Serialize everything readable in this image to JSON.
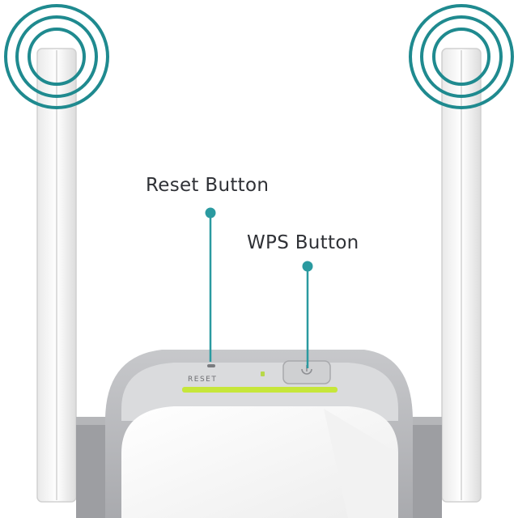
{
  "callouts": {
    "reset": {
      "label": "Reset Button"
    },
    "wps": {
      "label": "WPS Button"
    }
  },
  "device": {
    "panel_text": "RESET"
  },
  "colors": {
    "accent": "#2a9aa0",
    "signal_ring": "#1f8a8f",
    "led_strip": "#c6e63a",
    "device_gray": "#b9bbbf",
    "device_white": "#f7f7f7"
  },
  "icons": {
    "wps_button": "power-icon",
    "signal": "signal-rings-icon"
  }
}
